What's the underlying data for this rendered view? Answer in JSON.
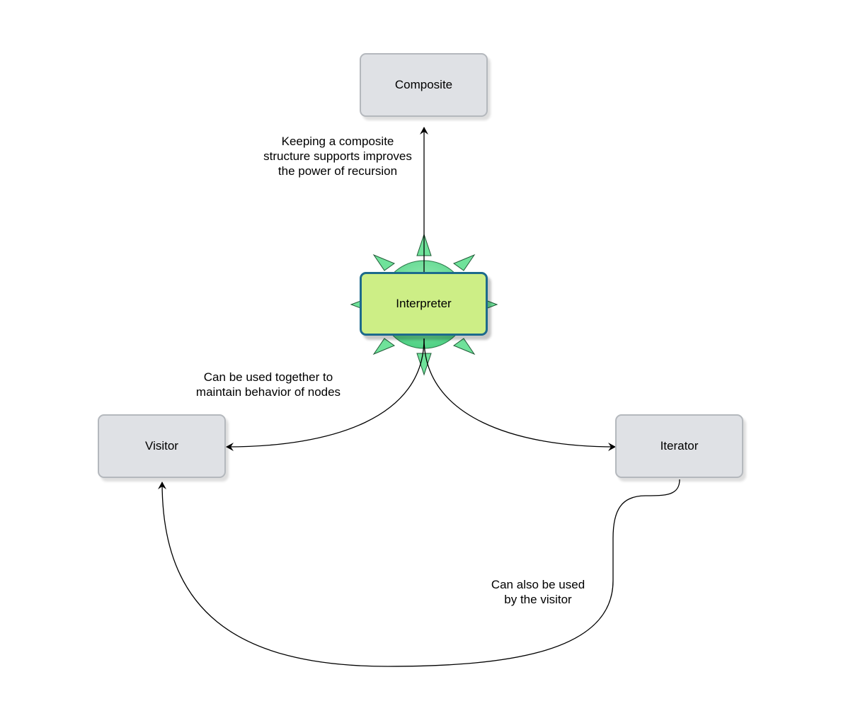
{
  "nodes": {
    "composite": "Composite",
    "interpreter": "Interpreter",
    "visitor": "Visitor",
    "iterator": "Iterator"
  },
  "edge_labels": {
    "composite_lines": [
      "Keeping a composite",
      "structure supports improves",
      "the power of recursion"
    ],
    "visitor_lines": [
      "Can be used together to",
      "maintain behavior of nodes"
    ],
    "iterator_lines": [
      "Can also be used",
      "by the visitor"
    ]
  },
  "colors": {
    "node_fill": "#dfe1e5",
    "node_border": "#b4b8bd",
    "interpreter_fill": "#cdee86",
    "interpreter_border": "#1d6a8c",
    "sun_fill": "#6fe29a",
    "edge": "#000000"
  }
}
